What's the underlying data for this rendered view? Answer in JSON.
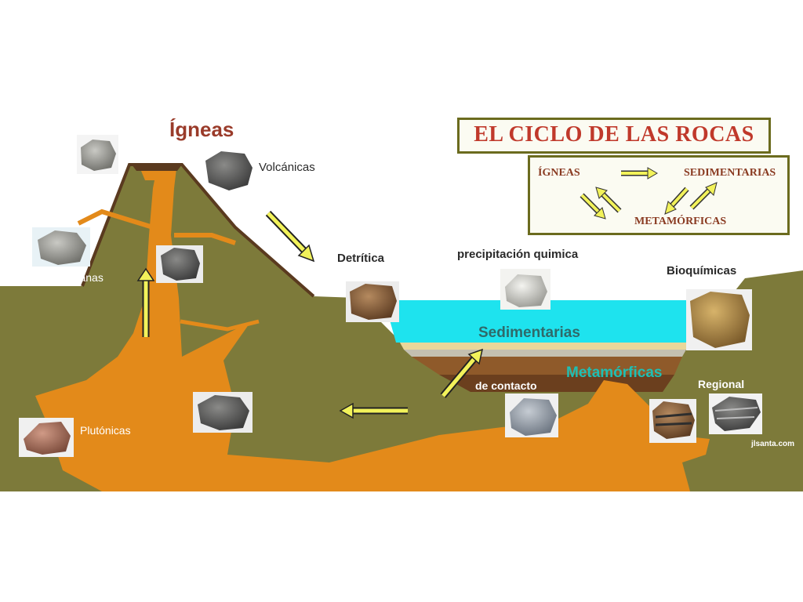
{
  "title": "EL CICLO DE LAS ROCAS",
  "cycle_box": {
    "igneas": "ÍGNEAS",
    "sedimentarias": "SEDIMENTARIAS",
    "metamorficas": "METAMÓRFICAS"
  },
  "labels": {
    "igneas": "Ígneas",
    "volcanicas": "Volcánicas",
    "filonianas": "Filonianas",
    "plutonicas": "Plutónicas",
    "detritica": "Detrítica",
    "precipitacion": "precipitación quimica",
    "bioquimicas": "Bioquímicas",
    "sedimentarias": "Sedimentarias",
    "metamorficas": "Metamórficas",
    "de_contacto": "de contacto",
    "regional": "Regional"
  },
  "credit": "jlsanta.com",
  "colors": {
    "ground": "#7d7a3a",
    "magma": "#e38a1a",
    "water": "#1ee3ee",
    "arrow": "#f2f25a",
    "title": "#c0392b",
    "frame": "#6b6b1e"
  },
  "rock_icons": [
    "volcanic-rock-icon",
    "pumice-rock-icon",
    "filonian-rock-icon",
    "dike-rock-icon",
    "plutonic-rock-icon",
    "granite-rock-icon",
    "detrital-rock-icon",
    "chemical-precipitate-rock-icon",
    "biochemical-rock-icon",
    "contact-metamorphic-rock-icon",
    "regional-metamorphic-rock-icon",
    "schist-rock-icon"
  ]
}
